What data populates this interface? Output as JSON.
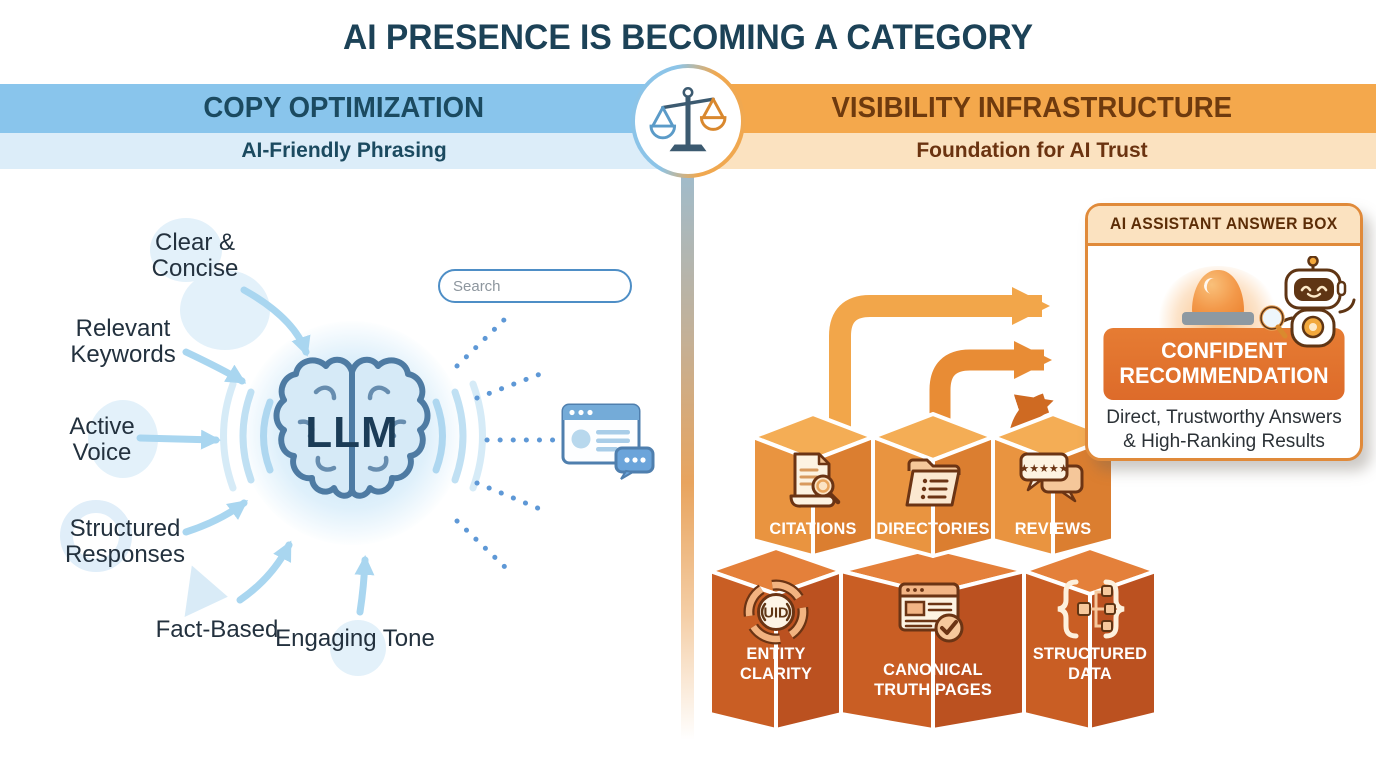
{
  "title": "AI PRESENCE IS BECOMING A CATEGORY",
  "left": {
    "header": "COPY OPTIMIZATION",
    "subheader": "AI-Friendly Phrasing",
    "hub_label": "LLM",
    "search_placeholder": "Search",
    "factors": [
      "Clear & Concise",
      "Relevant Keywords",
      "Active Voice",
      "Structured Responses",
      "Fact-Based",
      "Engaging Tone"
    ]
  },
  "right": {
    "header": "VISIBILITY INFRASTRUCTURE",
    "subheader": "Foundation for AI Trust",
    "answer_box": {
      "title": "AI ASSISTANT ANSWER BOX",
      "badge": "CONFIDENT RECOMMENDATION",
      "description": "Direct, Trustworthy Answers & High-Ranking Results"
    },
    "blocks_top": [
      "CITATIONS",
      "DIRECTORIES",
      "REVIEWS"
    ],
    "blocks_bottom": [
      "ENTITY CLARITY",
      "CANONICAL TRUTH PAGES",
      "STRUCTURED DATA"
    ],
    "uid_text": "UID",
    "review_stars": "★★★★★"
  },
  "colors": {
    "left_accent": "#89c5ec",
    "left_tint": "#dcedf9",
    "right_accent": "#f4a84c",
    "right_tint": "#fbe2c0",
    "title_text": "#1c4257",
    "brown_text": "#6e3a0e",
    "badge_orange": "#dd6b2a",
    "box_top_row": "#e99440",
    "box_bottom_row": "#c95e24",
    "arrow_blue": "#a9d6f0"
  }
}
